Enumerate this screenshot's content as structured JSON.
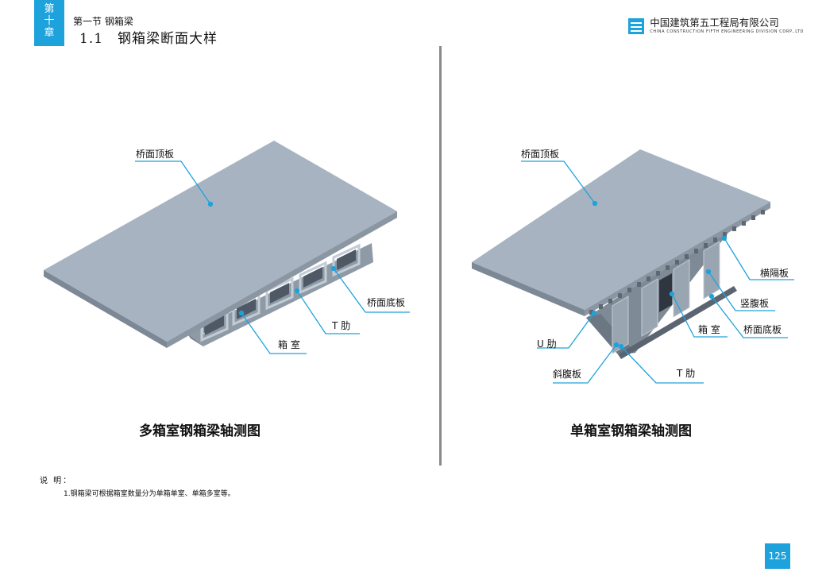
{
  "header": {
    "chapter_tab": [
      "第",
      "十",
      "章"
    ],
    "section_label": "第一节 钢箱梁",
    "section_title": "1.1　钢箱梁断面大样",
    "company_name": "中国建筑第五工程局有限公司",
    "company_name_en": "CHINA CONSTRUCTION FIFTH ENGINEERING DIVISION CORP.,LTD"
  },
  "left_figure": {
    "title": "多箱室钢箱梁轴测图",
    "labels": {
      "top_plate": "桥面顶板",
      "bottom_plate": "桥面底板",
      "t_rib": "T 肋",
      "box_chamber": "箱 室"
    }
  },
  "right_figure": {
    "title": "单箱室钢箱梁轴测图",
    "labels": {
      "top_plate": "桥面顶板",
      "diaphragm": "横隔板",
      "web": "竖腹板",
      "box_chamber": "箱 室",
      "bottom_plate": "桥面底板",
      "u_rib": "U 肋",
      "inclined_web": "斜腹板",
      "t_rib": "T 肋"
    }
  },
  "notes": {
    "heading": "说 明：",
    "items": [
      "1.钢箱梁可根据箱室数量分为单箱单室、单箱多室等。"
    ]
  },
  "page_number": "125",
  "colors": {
    "accent": "#1ea2dc",
    "deck": "#a7b3c1",
    "steel": "#8f9aa7",
    "leader": "#1ea2dc"
  }
}
